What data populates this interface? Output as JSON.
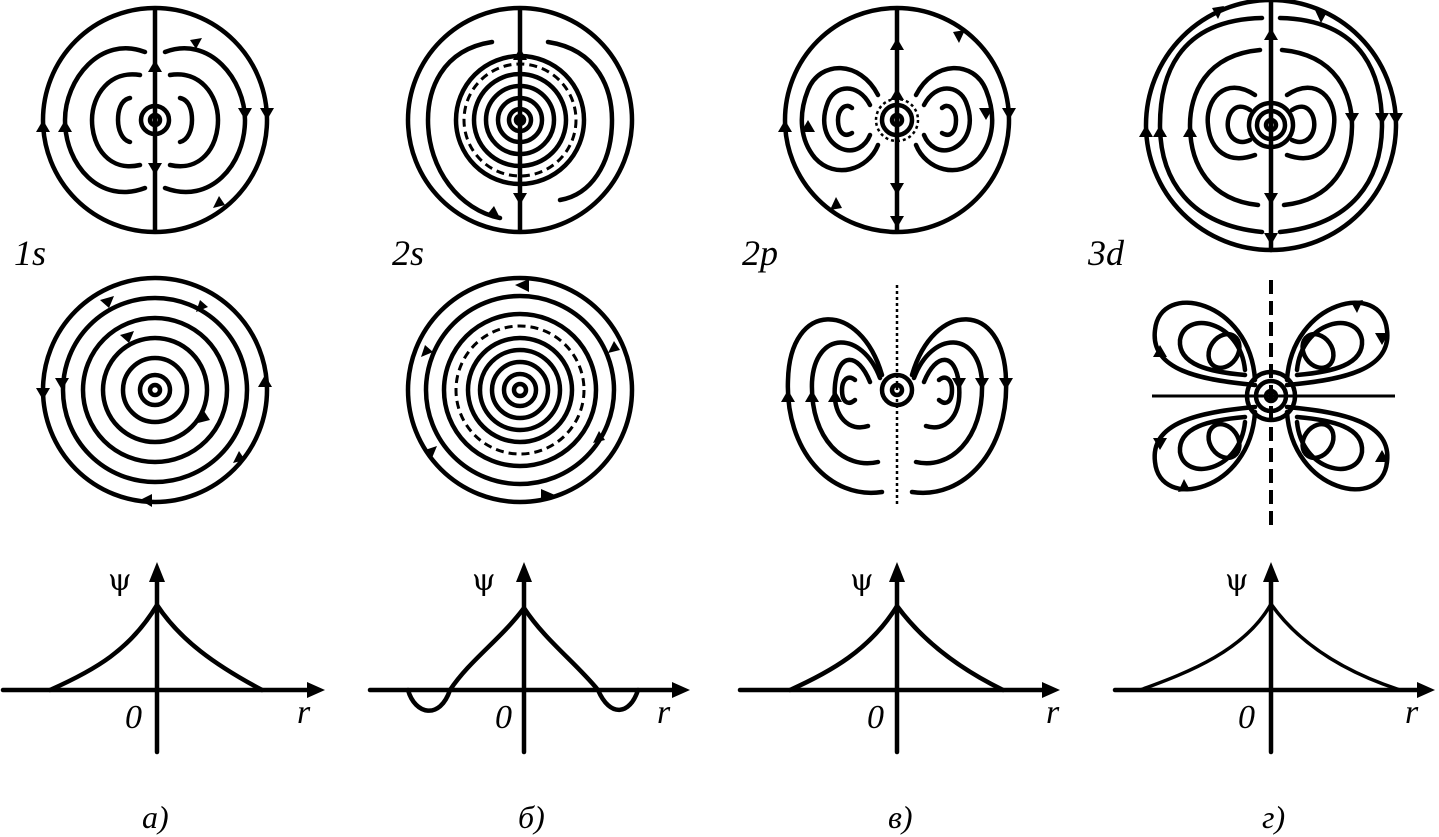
{
  "orbitals": [
    {
      "id": "1s",
      "label": "1s",
      "caption": "а)"
    },
    {
      "id": "2s",
      "label": "2s",
      "caption": "б)"
    },
    {
      "id": "2p",
      "label": "2p",
      "caption": "в)"
    },
    {
      "id": "3d",
      "label": "3d",
      "caption": "г)"
    }
  ],
  "graph": {
    "y_label": "ψ",
    "x_label": "r",
    "origin_label": "0"
  },
  "colors": {
    "ink": "#000000",
    "background": "#ffffff"
  }
}
